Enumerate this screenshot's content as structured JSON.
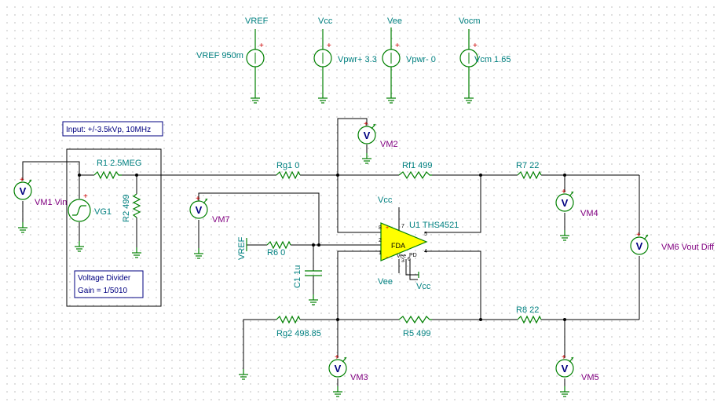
{
  "sources": {
    "vref_name": "VREF",
    "vref_label": "VREF 950m",
    "vcc_name": "Vcc",
    "vcc_label": "Vpwr+ 3.3",
    "vee_name": "Vee",
    "vee_label": "Vpwr- 0",
    "vocm_name": "Vocm",
    "vocm_label": "Vcm 1.65"
  },
  "notes": {
    "input": "Input: +/-3.5kVp, 10MHz",
    "divider_line1": "Voltage Divider",
    "divider_line2": "Gain = 1/5010"
  },
  "components": {
    "r1": "R1 2.5MEG",
    "r2": "R2 499",
    "vg1": "VG1",
    "rg1": "Rg1 0",
    "rf1": "Rf1 499",
    "r7": "R7 22",
    "r6": "R6 0",
    "c1": "C1 1u",
    "vref_port": "VREF",
    "rg2": "Rg2 498.85",
    "r5": "R5 499",
    "r8": "R8 22",
    "u1": "U1 THS4521",
    "fda": "FDA",
    "u1_vcc_top": "Vcc",
    "u1_vee_bottom": "Vee",
    "u1_vcc_pd": "Vcc",
    "pins": {
      "p8": "8",
      "p2": "2",
      "p1": "1",
      "p5": "5",
      "p4": "4",
      "p7": "7",
      "p3": "3",
      "p6": "6",
      "pd": "PD",
      "vee": "Vee"
    }
  },
  "meters": {
    "symbol": "V",
    "vm1": "VM1 Vin",
    "vm2": "VM2",
    "vm3": "VM3",
    "vm4": "VM4",
    "vm5": "VM5",
    "vm6": "VM6 Vout Diff",
    "vm7": "VM7"
  },
  "colors": {
    "wire": "#000000",
    "component": "#008000",
    "label": "#008080",
    "meter_label": "#800080",
    "opamp_fill": "#ffff00",
    "note_border": "#000080"
  }
}
